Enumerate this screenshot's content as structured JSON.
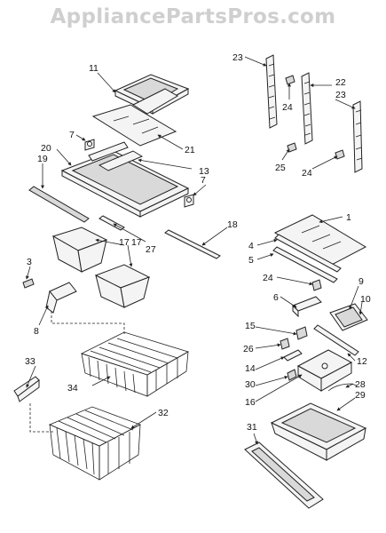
{
  "watermark": "AppliancePartsPros.com",
  "callouts": [
    "1",
    "3",
    "4",
    "5",
    "6",
    "7",
    "7",
    "8",
    "9",
    "10",
    "11",
    "12",
    "13",
    "14",
    "15",
    "16",
    "17",
    "17",
    "18",
    "19",
    "20",
    "21",
    "22",
    "23",
    "23",
    "24",
    "24",
    "24",
    "25",
    "26",
    "27",
    "28",
    "29",
    "30",
    "31",
    "32",
    "33",
    "34"
  ]
}
